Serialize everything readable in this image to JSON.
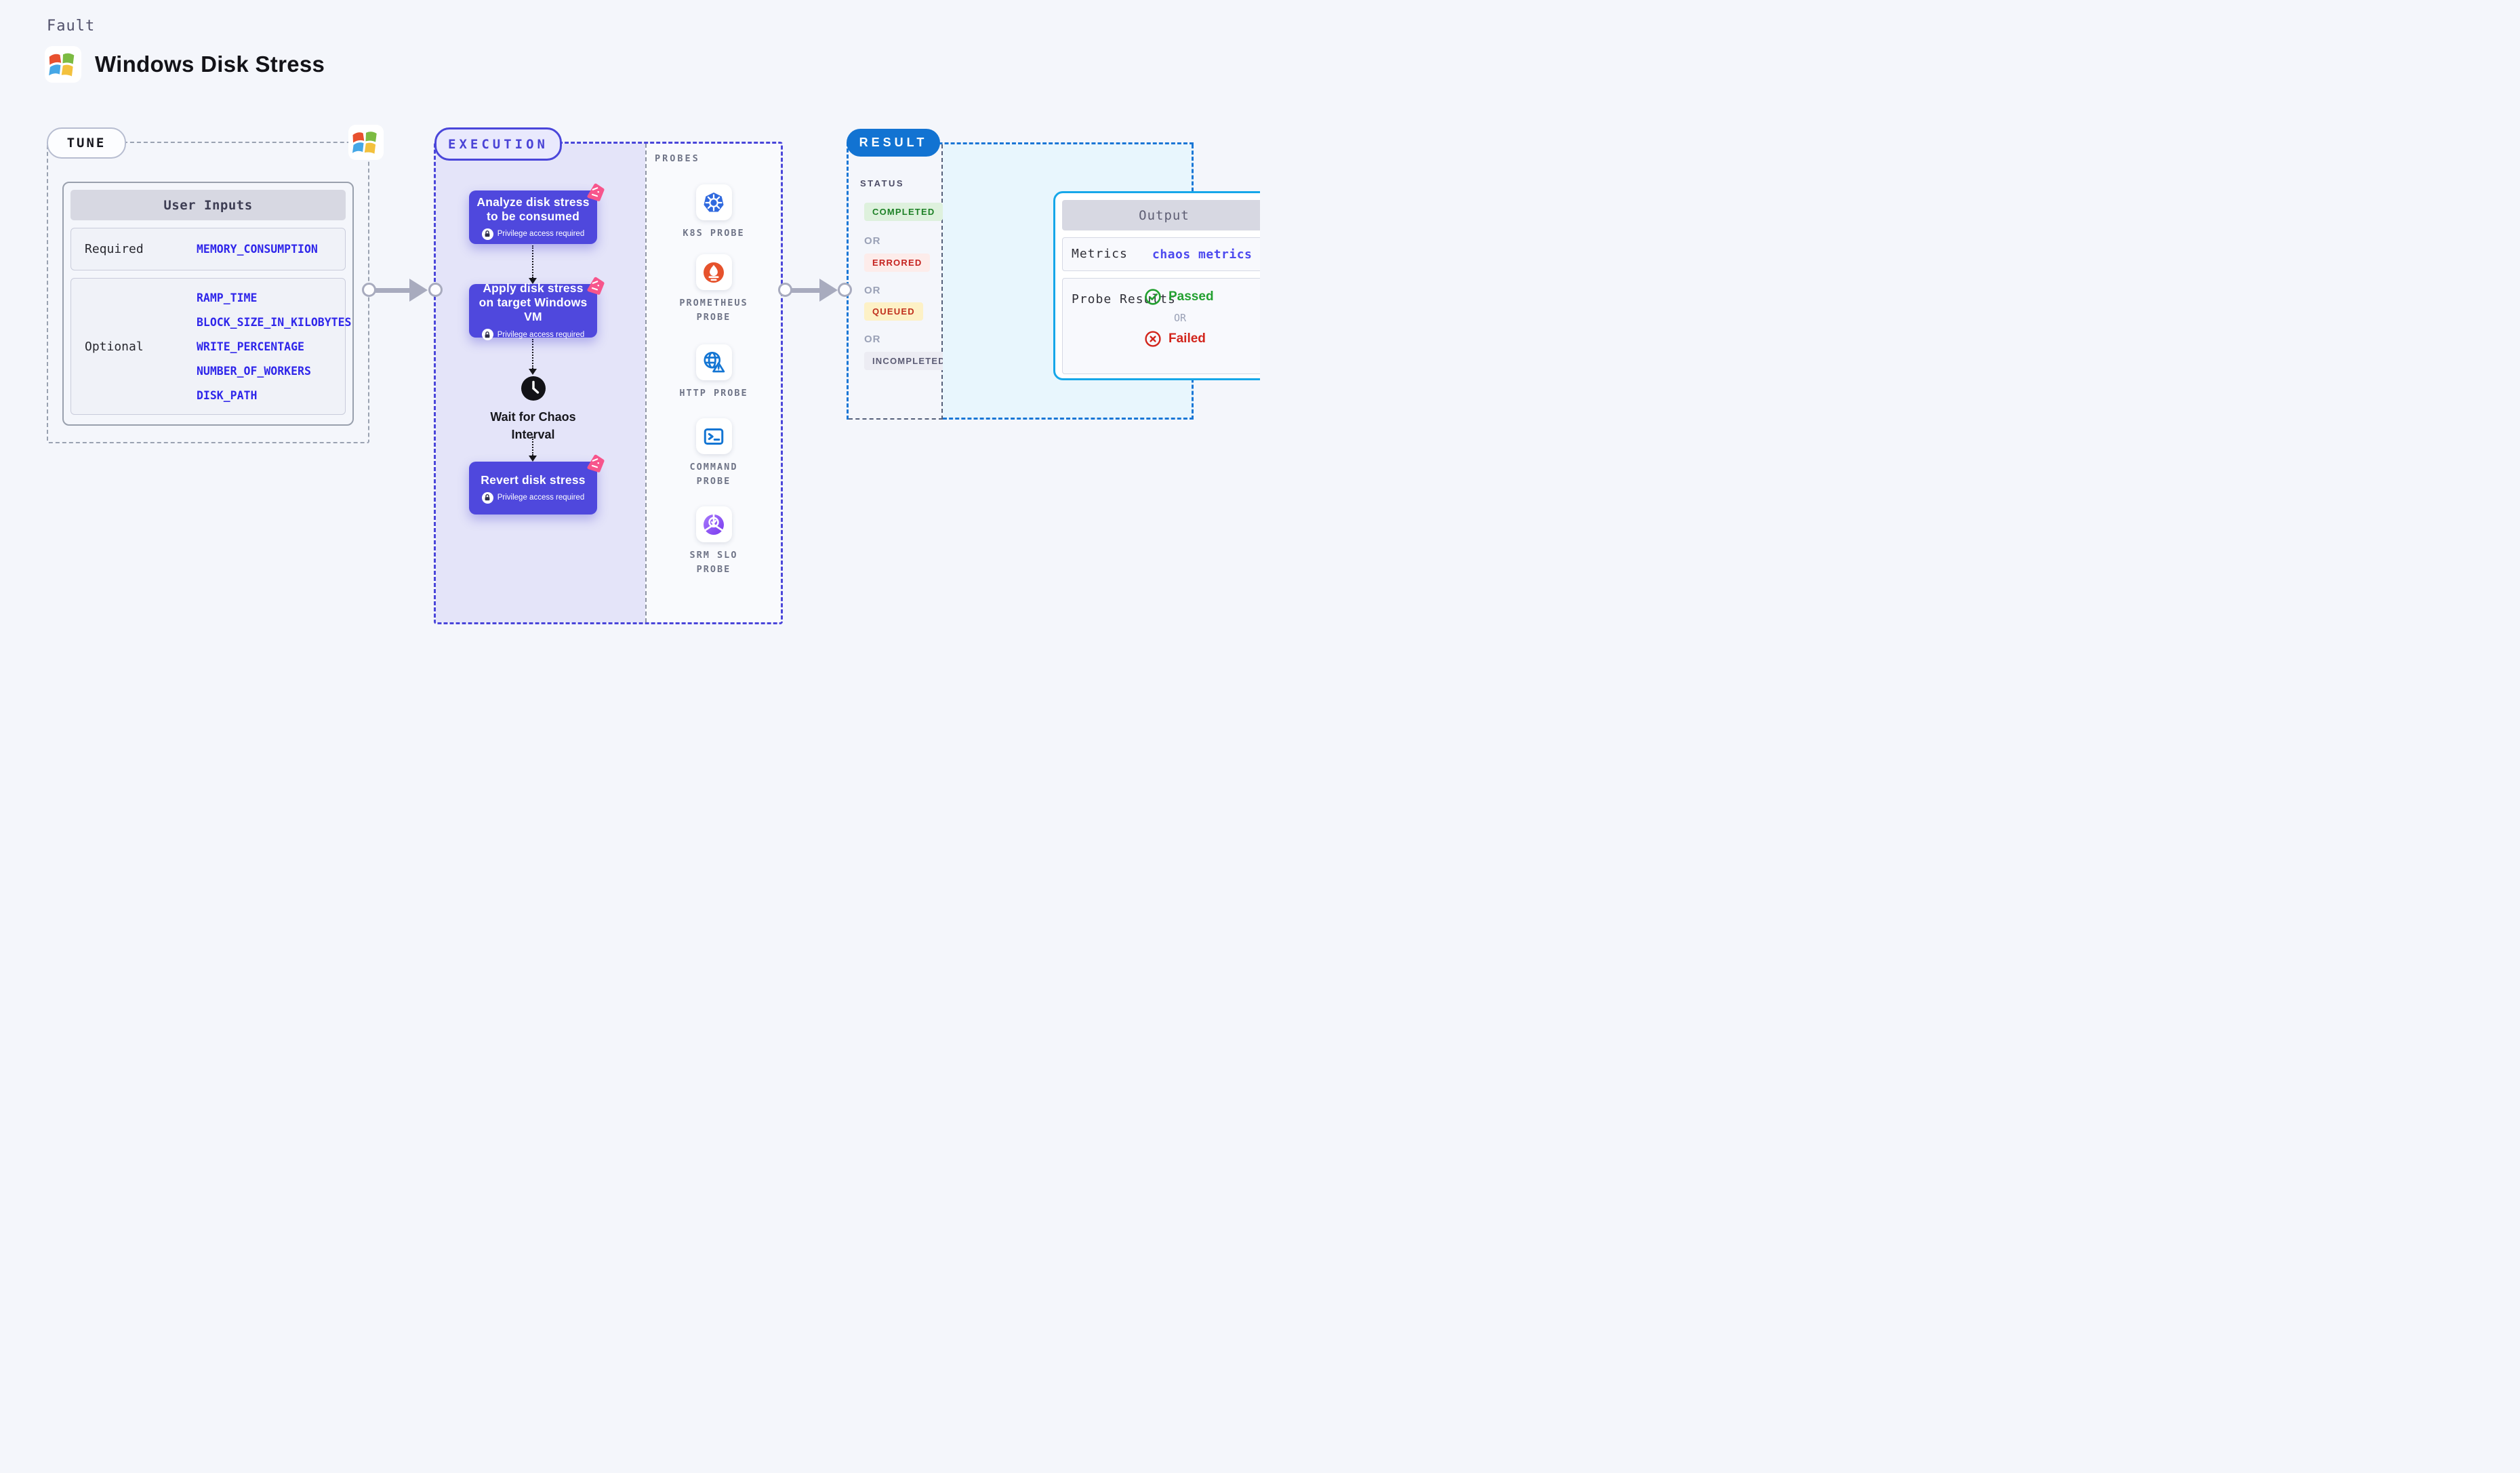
{
  "header": {
    "category": "Fault",
    "title": "Windows Disk Stress",
    "logo": "windows-logo"
  },
  "tune": {
    "badge": "TUNE",
    "corner_logo": "windows-logo",
    "table_title": "User Inputs",
    "required_label": "Required",
    "required_params": [
      "MEMORY_CONSUMPTION"
    ],
    "optional_label": "Optional",
    "optional_params": [
      "RAMP_TIME",
      "BLOCK_SIZE_IN_KILOBYTES",
      "WRITE_PERCENTAGE",
      "NUMBER_OF_WORKERS",
      "DISK_PATH"
    ]
  },
  "execution": {
    "badge": "EXECUTION",
    "steps": [
      {
        "title": "Analyze disk stress to be consumed",
        "note": "Privilege access required",
        "icon": "chaos-icon"
      },
      {
        "title": "Apply disk stress on target Windows VM",
        "note": "Privilege access required",
        "icon": "chaos-icon"
      },
      {
        "title": "Wait for Chaos Interval",
        "icon": "clock-icon"
      },
      {
        "title": "Revert disk stress",
        "note": "Privilege access required",
        "icon": "chaos-icon"
      }
    ]
  },
  "probes": {
    "label": "PROBES",
    "items": [
      {
        "name": "K8S PROBE",
        "icon": "kubernetes-icon"
      },
      {
        "name": "PROMETHEUS PROBE",
        "icon": "prometheus-icon"
      },
      {
        "name": "HTTP PROBE",
        "icon": "http-globe-warning-icon"
      },
      {
        "name": "COMMAND PROBE",
        "icon": "terminal-icon"
      },
      {
        "name": "SRM SLO PROBE",
        "icon": "srm-slo-icon"
      }
    ]
  },
  "result": {
    "badge": "RESULT",
    "status_label": "STATUS",
    "or_label": "OR",
    "statuses": [
      {
        "label": "COMPLETED",
        "state": "completed"
      },
      {
        "label": "ERRORED",
        "state": "errored"
      },
      {
        "label": "QUEUED",
        "state": "queued"
      },
      {
        "label": "INCOMPLETED",
        "state": "incompleted"
      }
    ],
    "output": {
      "title": "Output",
      "metrics_label": "Metrics",
      "metrics_value": "chaos metrics",
      "probe_results_label": "Probe Results",
      "passed_label": "Passed",
      "or_label": "OR",
      "failed_label": "Failed"
    }
  },
  "colors": {
    "page_bg": "#f4f6fb",
    "execution_accent": "#4a46da",
    "execution_bg": "#e4e4f9",
    "step_card": "#4f48dd",
    "chaos_pink": "#f7558c",
    "result_blue": "#1273d2",
    "output_border_cyan": "#16a7e9",
    "output_panel_bg": "#e8f6fd",
    "param_blue": "#2f26ea",
    "link_violet": "#4c49ef",
    "completed_green": "#1e8127",
    "errored_red": "#c5221f",
    "queued_yellow_bg": "#fdf1c6",
    "passed_green": "#23a030",
    "failed_red": "#d2251c"
  }
}
